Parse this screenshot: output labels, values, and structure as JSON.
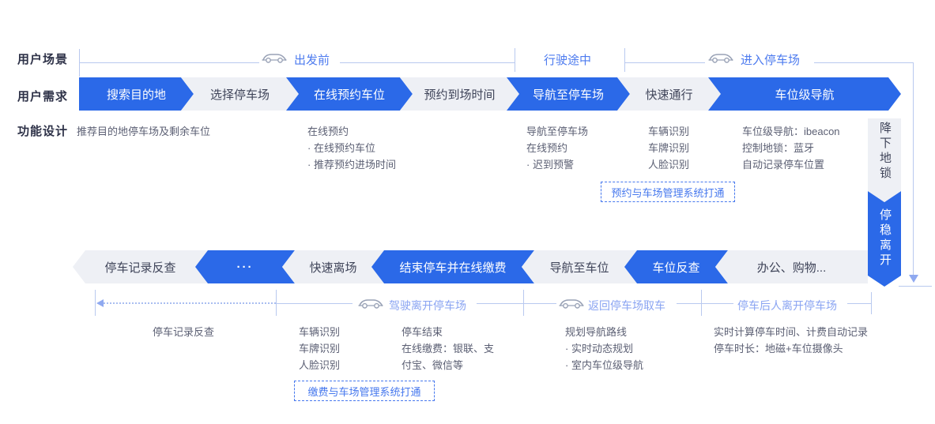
{
  "row_labels": {
    "scenario": "用户场景",
    "needs": "用户需求",
    "design": "功能设计"
  },
  "top_scenarios": [
    {
      "label": "出发前",
      "has_car_icon": true
    },
    {
      "label": "行驶途中",
      "has_car_icon": false
    },
    {
      "label": "进入停车场",
      "has_car_icon": true
    }
  ],
  "top_steps": [
    {
      "label": "搜索目的地",
      "style": "primary"
    },
    {
      "label": "选择停车场",
      "style": "light"
    },
    {
      "label": "在线预约车位",
      "style": "primary"
    },
    {
      "label": "预约到场时间",
      "style": "light"
    },
    {
      "label": "导航至停车场",
      "style": "primary"
    },
    {
      "label": "快速通行",
      "style": "light"
    },
    {
      "label": "车位级导航",
      "style": "primary"
    }
  ],
  "side_steps": [
    {
      "label": "降下地锁",
      "style": "light"
    },
    {
      "label": "停稳离开",
      "style": "primary"
    }
  ],
  "top_features": [
    {
      "lines": [
        "推荐目的地停车场及剩余车位"
      ]
    },
    {
      "lines": [
        "在线预约",
        "· 在线预约车位",
        "· 推荐预约进场时间"
      ]
    },
    {
      "lines": [
        "导航至停车场",
        "在线预约",
        "· 迟到预警"
      ]
    },
    {
      "lines": [
        "车辆识别",
        "车牌识别",
        "人脸识别"
      ]
    },
    {
      "lines": [
        "车位级导航：ibeacon",
        "控制地锁：蓝牙",
        "自动记录停车位置"
      ]
    }
  ],
  "top_note": {
    "label": "预约与车场管理系统打通"
  },
  "bottom_steps": [
    {
      "label": "停车记录反查",
      "style": "light"
    },
    {
      "label": "···",
      "style": "primary"
    },
    {
      "label": "快速离场",
      "style": "light"
    },
    {
      "label": "结束停车并在线缴费",
      "style": "primary"
    },
    {
      "label": "导航至车位",
      "style": "light"
    },
    {
      "label": "车位反查",
      "style": "primary"
    },
    {
      "label": "办公、购物...",
      "style": "light"
    }
  ],
  "bottom_scenarios": [
    {
      "label": "驾驶离开停车场",
      "has_car_icon": true
    },
    {
      "label": "返回停车场取车",
      "has_car_icon": true
    },
    {
      "label": "停车后人离开停车场",
      "has_car_icon": false
    }
  ],
  "bottom_features": [
    {
      "lines": [
        "停车记录反查"
      ]
    },
    {
      "lines": [
        "车辆识别",
        "车牌识别",
        "人脸识别"
      ]
    },
    {
      "lines": [
        "停车结束",
        "在线缴费：银联、支",
        "付宝、微信等"
      ]
    },
    {
      "lines": [
        "规划导航路线",
        "· 实时动态规划",
        "· 室内车位级导航"
      ]
    },
    {
      "lines": [
        "实时计算停车时间、计费自动记录",
        "停车时长：地磁+车位摄像头"
      ]
    }
  ],
  "bottom_note": {
    "label": "缴费与车场管理系统打通"
  },
  "colors": {
    "primary_blue": "#2b69e8",
    "light_step_bg": "#eef0f5",
    "step_text_dark": "#3f4459",
    "scenario_label_top": "#4d7bef",
    "scenario_label_bottom": "#8aa4f2",
    "timeline_line": "#b9c9ef",
    "note_blue": "#4678ee",
    "feature_text": "#5b5f73",
    "row_label_text": "#2e3248"
  }
}
